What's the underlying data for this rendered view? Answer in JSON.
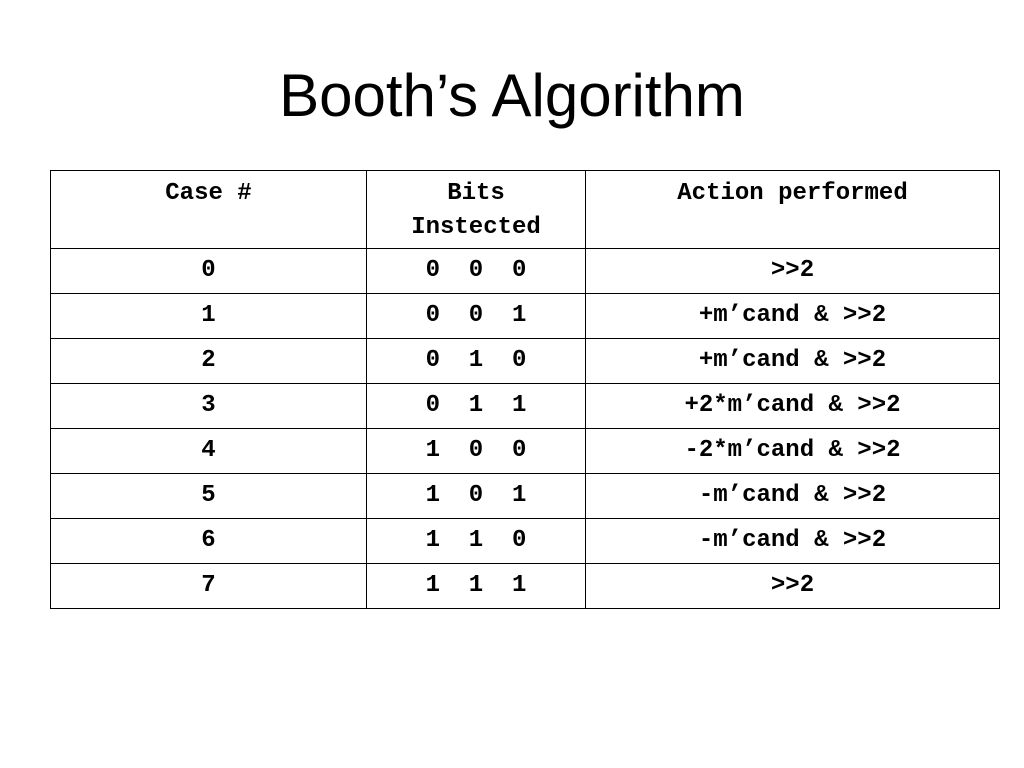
{
  "title": "Booth’s Algorithm",
  "table": {
    "headers": {
      "case": "Case #",
      "bits_line1": "Bits",
      "bits_line2": "Instected",
      "action": "Action performed"
    },
    "rows": [
      {
        "case": "0",
        "bits": "0  0  0",
        "action": ">>2"
      },
      {
        "case": "1",
        "bits": "0  0  1",
        "action": "+m’cand & >>2"
      },
      {
        "case": "2",
        "bits": "0  1  0",
        "action": "+m’cand & >>2"
      },
      {
        "case": "3",
        "bits": "0  1  1",
        "action": "+2*m’cand & >>2"
      },
      {
        "case": "4",
        "bits": "1  0  0",
        "action": "-2*m’cand & >>2"
      },
      {
        "case": "5",
        "bits": "1  0  1",
        "action": "-m’cand & >>2"
      },
      {
        "case": "6",
        "bits": "1  1  0",
        "action": "-m’cand & >>2"
      },
      {
        "case": "7",
        "bits": "1  1  1",
        "action": ">>2"
      }
    ]
  }
}
